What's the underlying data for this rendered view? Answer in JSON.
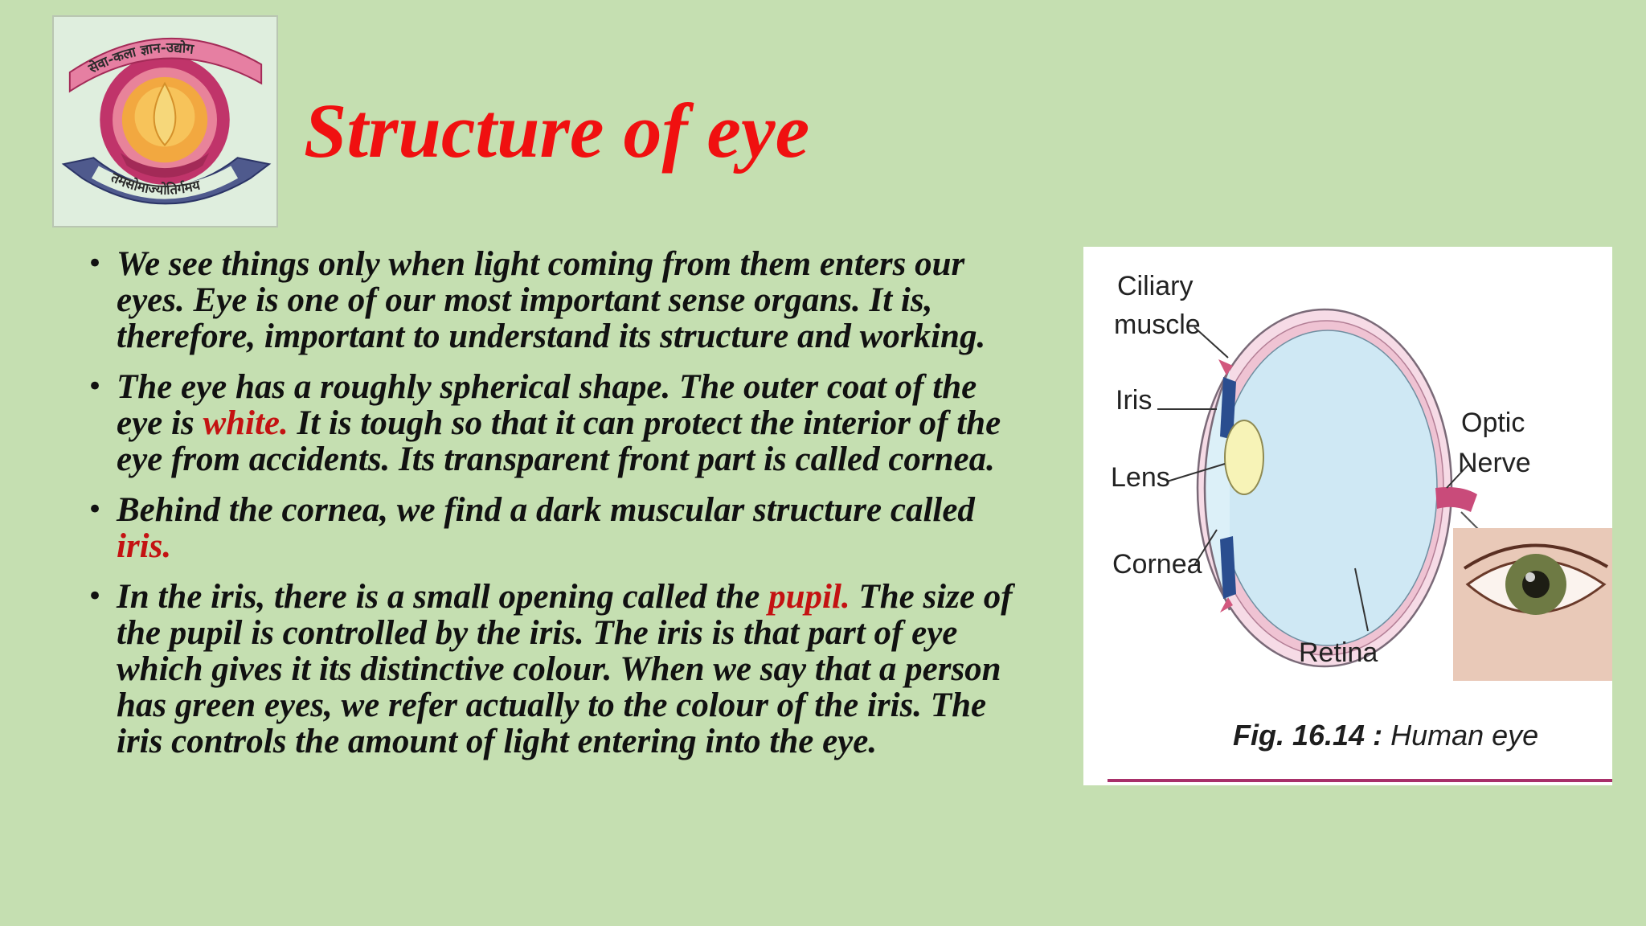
{
  "slide": {
    "title": "Structure of eye",
    "colors": {
      "background": "#c5dfb1",
      "title": "#f01010",
      "highlight": "#c41212",
      "text": "#111111"
    }
  },
  "logo": {
    "top_banner": "सेवा-कला ज्ञान-उद्योग",
    "bottom_banner": "तमसोमाज्योतिर्गमय"
  },
  "bullets": [
    {
      "text": "We see things only when light coming from them enters our eyes. Eye is one of our most important sense organs. It is, therefore, important to understand its structure and working."
    },
    {
      "before": "The eye has a roughly spherical shape. The outer coat of the eye is ",
      "highlight": "white.",
      "after": " It is tough so that it can protect the interior of the eye from accidents. Its transparent front part is called cornea."
    },
    {
      "before": "Behind the cornea, we find a dark muscular structure called ",
      "highlight": "iris."
    },
    {
      "before": "In the iris, there is a small opening called the ",
      "highlight": "pupil.",
      "after": " The size of the pupil is controlled by the iris. The iris is that part of eye which gives it its distinctive colour. When we say that a person has green eyes, we refer actually to the colour of the iris. The iris controls the amount of light entering into the eye."
    }
  ],
  "figure": {
    "labels": {
      "ciliary": "Ciliary",
      "muscle": "muscle",
      "iris": "Iris",
      "lens": "Lens",
      "cornea": "Cornea",
      "optic": "Optic",
      "nerve": "Nerve",
      "retina": "Retina"
    },
    "caption_bold": "Fig. 16.14 :",
    "caption": "Human eye"
  }
}
